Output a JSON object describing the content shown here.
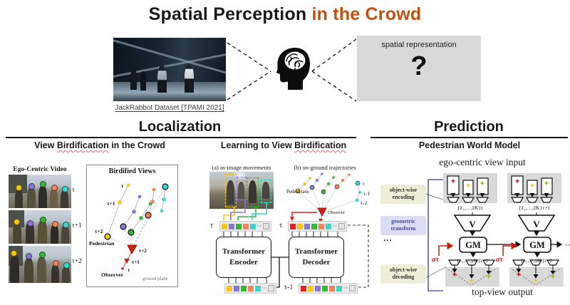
{
  "colors": {
    "accent_orange": "#C0500F",
    "panel_gray": "#D9D9D9",
    "tk_yellow": "#F5C518",
    "tk_purple": "#8677D9",
    "tk_green": "#35B83A",
    "tk_orange": "#F0835C",
    "tk_cyan": "#3ED4C8",
    "tk_red": "#E62020",
    "cream": "#EFEFD8",
    "lavender": "#DCDCF8",
    "lavender_text": "#4848AA",
    "bracket_blue": "#5C5FA8",
    "wavy_red": "#E06666",
    "star_red": "#C42222",
    "star_yellow": "#E2CC52",
    "star_green": "#A3B81E",
    "observer_red": "#D42010"
  },
  "header": {
    "title_main": "Spatial Perception",
    "title_accent": " in the Crowd"
  },
  "intro": {
    "dataset_caption": "JackRabbot Dataset [TPAMI 2021]",
    "box_label": "spatial representation",
    "question_mark": "?"
  },
  "sections": {
    "localization_title": "Localization",
    "prediction_title": "Prediction",
    "sub_left_pre": "View ",
    "sub_left_word": "Birdification",
    "sub_left_post": " in the Crowd",
    "sub_mid_pre": "Learning to View ",
    "sub_mid_word": "Birdification",
    "sub_right": "Pedestrian World Model"
  },
  "birdification": {
    "video_label": "Ego-Centric Video",
    "t0": "τ",
    "t1": "τ+1",
    "t2": "τ+2",
    "panel_title": "Birdified Views",
    "traj_t0": "τ",
    "traj_t1": "τ+1",
    "traj_t2": "τ+2",
    "pedestrian_label": "Pedestrian",
    "observer_label": "Observer",
    "obs_t2": "τ+2",
    "obs_t1": "τ+1",
    "obs_t0": "τ",
    "ground_label": "ground plane"
  },
  "learning": {
    "a_title": "(a) in-image movements",
    "b_title": "(b) on-ground trajectories",
    "pedestrians_label": "Pedestrians",
    "observer_label": "Observer",
    "b_t0": "τ",
    "b_t1": "τ-1",
    "b_t2": "τ-2",
    "row_a_label": "τ",
    "row_b_label": "τ",
    "row_dec_label": "τ-1",
    "encoder_label": "Transformer Encoder",
    "decoder_label": "Transformer Decoder",
    "token_dots": "⋯"
  },
  "world_model": {
    "input_caption": "ego-centric view input",
    "output_caption": "top-view output",
    "encoding_label": "object-wise encoding",
    "transform_label": "geometric transform",
    "decoding_label": "object-wise decoding",
    "vdots": "…",
    "hdots": "⋯",
    "v_label": "V",
    "gm_label": "GM",
    "action_label": "aτ",
    "z_in_t": "{z̃₁,…,z̃K}τ",
    "z_in_t1": "{z̃₁,…,z̃K}τ+1",
    "z_out_t1": "{z₁,…,zK}τ+1",
    "z_out_t2": "{z₁,…,zK}τ+2"
  }
}
